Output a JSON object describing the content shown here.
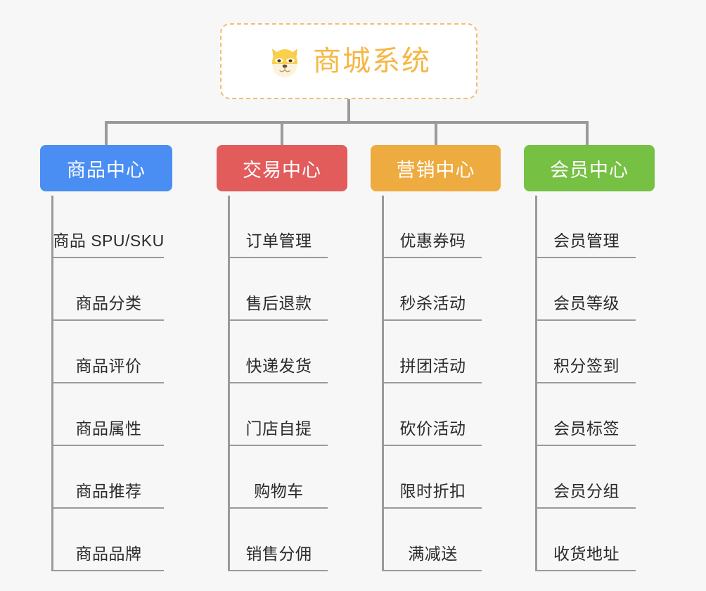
{
  "root": {
    "icon": "shiba-dog-face-icon",
    "emoji": "🐕",
    "title": "商城系统",
    "border_color": "#eec070",
    "title_color": "#f5b744"
  },
  "canvas": {
    "background": "#f7f7f7",
    "connector_color": "#9a9a9a"
  },
  "branches": [
    {
      "id": "product-center",
      "label": "商品中心",
      "color": "#4a8ef3",
      "items": [
        "商品 SPU/SKU",
        "商品分类",
        "商品评价",
        "商品属性",
        "商品推荐",
        "商品品牌"
      ]
    },
    {
      "id": "trade-center",
      "label": "交易中心",
      "color": "#e25c5c",
      "items": [
        "订单管理",
        "售后退款",
        "快递发货",
        "门店自提",
        "购物车",
        "销售分佣"
      ]
    },
    {
      "id": "marketing-center",
      "label": "营销中心",
      "color": "#eeab3f",
      "items": [
        "优惠券码",
        "秒杀活动",
        "拼团活动",
        "砍价活动",
        "限时折扣",
        "满减送"
      ]
    },
    {
      "id": "member-center",
      "label": "会员中心",
      "color": "#76c044",
      "items": [
        "会员管理",
        "会员等级",
        "积分签到",
        "会员标签",
        "会员分组",
        "收货地址"
      ]
    }
  ]
}
